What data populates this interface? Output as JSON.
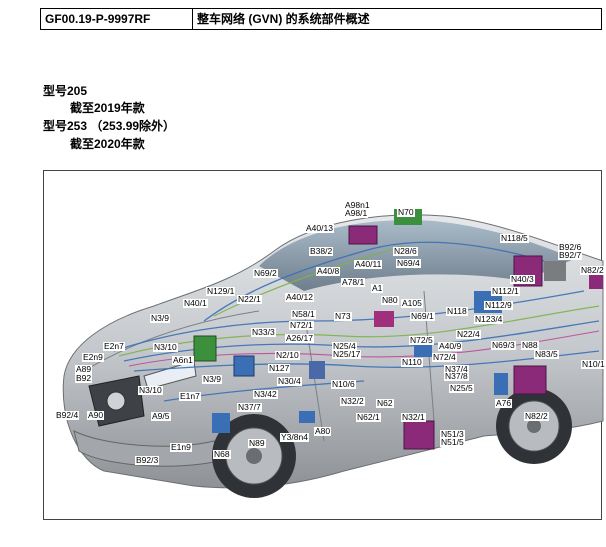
{
  "header": {
    "doc_id": "GF00.19-P-9997RF",
    "title": "整车网络 (GVN) 的系统部件概述"
  },
  "models": [
    {
      "model": "型号205",
      "until": "截至2019年款"
    },
    {
      "model": "型号253 （253.99除外）",
      "until": "截至2020年款"
    }
  ],
  "figure": {
    "component_labels": [
      {
        "id": "A98n1",
        "text": "A98n1"
      },
      {
        "id": "A98-1",
        "text": "A98/1"
      },
      {
        "id": "N70",
        "text": "N70"
      },
      {
        "id": "A40-13",
        "text": "A40/13"
      },
      {
        "id": "N118-5",
        "text": "N118/5"
      },
      {
        "id": "B92-6",
        "text": "B92/6"
      },
      {
        "id": "B92-7",
        "text": "B92/7"
      },
      {
        "id": "B38-2",
        "text": "B38/2"
      },
      {
        "id": "N28-6",
        "text": "N28/6"
      },
      {
        "id": "A40-11",
        "text": "A40/11"
      },
      {
        "id": "N69-4",
        "text": "N69/4"
      },
      {
        "id": "N82-2a",
        "text": "N82/2"
      },
      {
        "id": "N69-2",
        "text": "N69/2"
      },
      {
        "id": "A40-8",
        "text": "A40/8"
      },
      {
        "id": "N40-3",
        "text": "N40/3"
      },
      {
        "id": "N129-1",
        "text": "N129/1"
      },
      {
        "id": "A78-1",
        "text": "A78/1"
      },
      {
        "id": "A1",
        "text": "A1"
      },
      {
        "id": "N112-1",
        "text": "N112/1"
      },
      {
        "id": "N40-1",
        "text": "N40/1"
      },
      {
        "id": "N22-1",
        "text": "N22/1"
      },
      {
        "id": "A40-12",
        "text": "A40/12"
      },
      {
        "id": "N80",
        "text": "N80"
      },
      {
        "id": "A105",
        "text": "A105"
      },
      {
        "id": "N112-9",
        "text": "N112/9"
      },
      {
        "id": "N3-9a",
        "text": "N3/9"
      },
      {
        "id": "N58-1",
        "text": "N58/1"
      },
      {
        "id": "N73",
        "text": "N73"
      },
      {
        "id": "N118",
        "text": "N118"
      },
      {
        "id": "N123-4",
        "text": "N123/4"
      },
      {
        "id": "N72-1",
        "text": "N72/1"
      },
      {
        "id": "N69-1",
        "text": "N69/1"
      },
      {
        "id": "N33-3",
        "text": "N33/3"
      },
      {
        "id": "A26-17",
        "text": "A26/17"
      },
      {
        "id": "N22-4",
        "text": "N22/4"
      },
      {
        "id": "E2n7",
        "text": "E2n7"
      },
      {
        "id": "N3-10a",
        "text": "N3/10"
      },
      {
        "id": "N25-4",
        "text": "N25/4"
      },
      {
        "id": "N72-5",
        "text": "N72/5"
      },
      {
        "id": "A40-9",
        "text": "A40/9"
      },
      {
        "id": "N69-3",
        "text": "N69/3"
      },
      {
        "id": "N88",
        "text": "N88"
      },
      {
        "id": "A6n1",
        "text": "A6n1"
      },
      {
        "id": "N2-10",
        "text": "N2/10"
      },
      {
        "id": "N25-17",
        "text": "N25/17"
      },
      {
        "id": "N72-4",
        "text": "N72/4"
      },
      {
        "id": "N83-5",
        "text": "N83/5"
      },
      {
        "id": "E2n9",
        "text": "E2n9"
      },
      {
        "id": "N127",
        "text": "N127"
      },
      {
        "id": "N110",
        "text": "N110"
      },
      {
        "id": "N10-1",
        "text": "N10/1"
      },
      {
        "id": "A89",
        "text": "A89"
      },
      {
        "id": "N3-9b",
        "text": "N3/9"
      },
      {
        "id": "N30-4",
        "text": "N30/4"
      },
      {
        "id": "N37-4",
        "text": "N37/4"
      },
      {
        "id": "B92",
        "text": "B92"
      },
      {
        "id": "N3-10b",
        "text": "N3/10"
      },
      {
        "id": "N10-6",
        "text": "N10/6"
      },
      {
        "id": "N37-8",
        "text": "N37/8"
      },
      {
        "id": "E1n7",
        "text": "E1n7"
      },
      {
        "id": "N3-42",
        "text": "N3/42"
      },
      {
        "id": "N62a",
        "text": "N62"
      },
      {
        "id": "N25-5",
        "text": "N25/5"
      },
      {
        "id": "A76",
        "text": "A76"
      },
      {
        "id": "N32-2",
        "text": "N32/2"
      },
      {
        "id": "N37-7",
        "text": "N37/7"
      },
      {
        "id": "B92-4",
        "text": "B92/4"
      },
      {
        "id": "A90",
        "text": "A90"
      },
      {
        "id": "A9-5",
        "text": "A9/5"
      },
      {
        "id": "N62-1",
        "text": "N62/1"
      },
      {
        "id": "N32-1",
        "text": "N32/1"
      },
      {
        "id": "N82-2b",
        "text": "N82/2"
      },
      {
        "id": "A80",
        "text": "A80"
      },
      {
        "id": "N51-3",
        "text": "N51/3"
      },
      {
        "id": "N51-5",
        "text": "N51/5"
      },
      {
        "id": "E1n9",
        "text": "E1n9"
      },
      {
        "id": "Y3-8n4",
        "text": "Y3/8n4"
      },
      {
        "id": "N89",
        "text": "N89"
      },
      {
        "id": "B92-3",
        "text": "B92/3"
      },
      {
        "id": "N68",
        "text": "N68"
      }
    ]
  },
  "colors": {
    "body_gray": "#b8bcc0",
    "network_blue": "#3a6fb5",
    "ecu_green": "#3c8f3c",
    "ecu_purple": "#8c2a7a"
  }
}
